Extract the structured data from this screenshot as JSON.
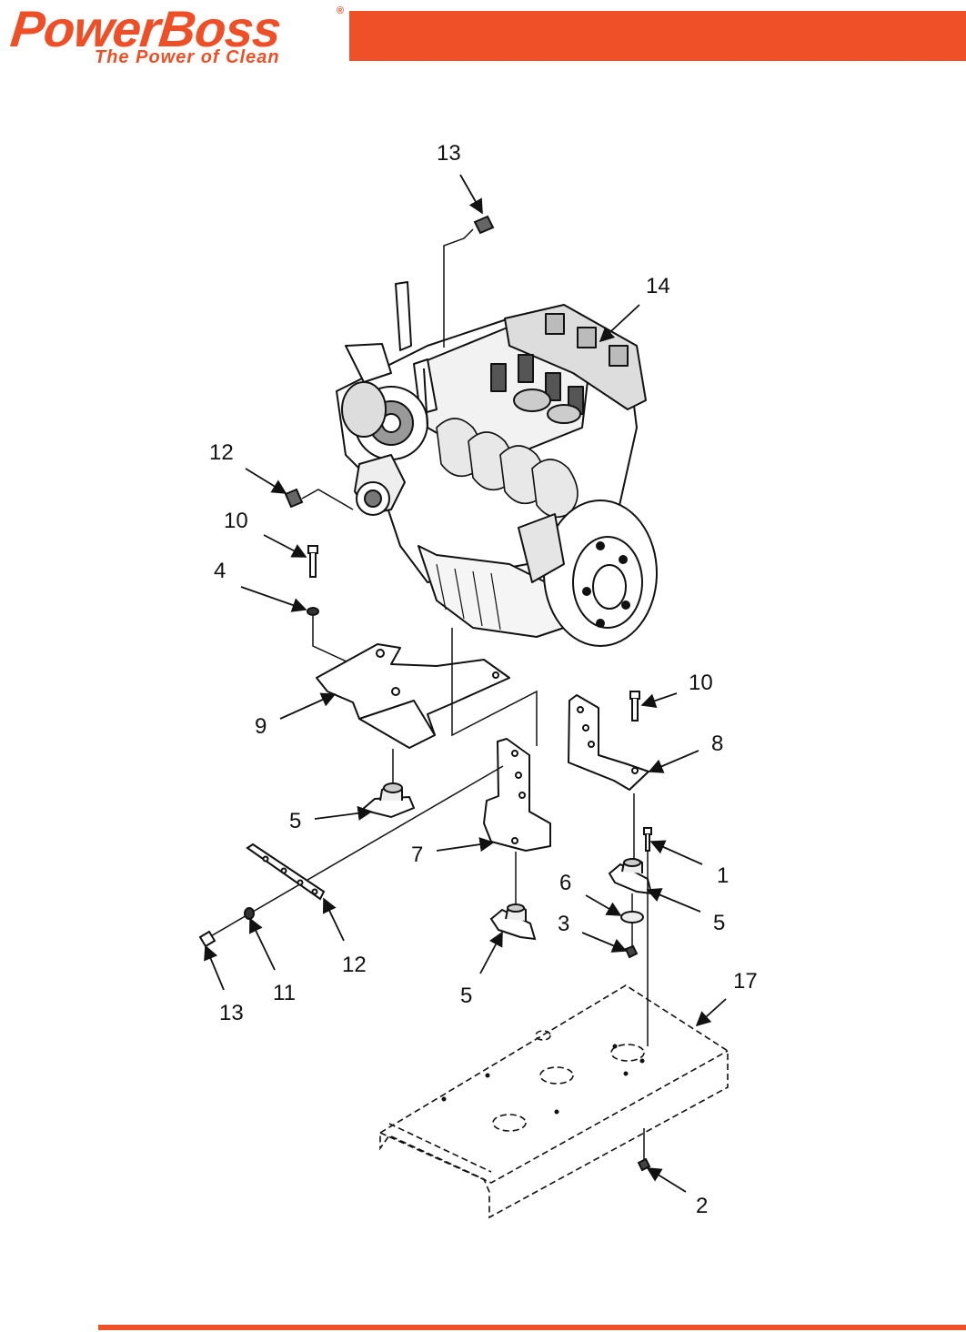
{
  "brand": {
    "name": "PowerBoss",
    "registered_mark": "®",
    "tagline": "The Power of Clean",
    "color": "#ef5027"
  },
  "callouts": [
    "13",
    "14",
    "12",
    "10",
    "4",
    "9",
    "10",
    "8",
    "5",
    "7",
    "1",
    "6",
    "5",
    "3",
    "12",
    "5",
    "11",
    "13",
    "17",
    "2"
  ]
}
